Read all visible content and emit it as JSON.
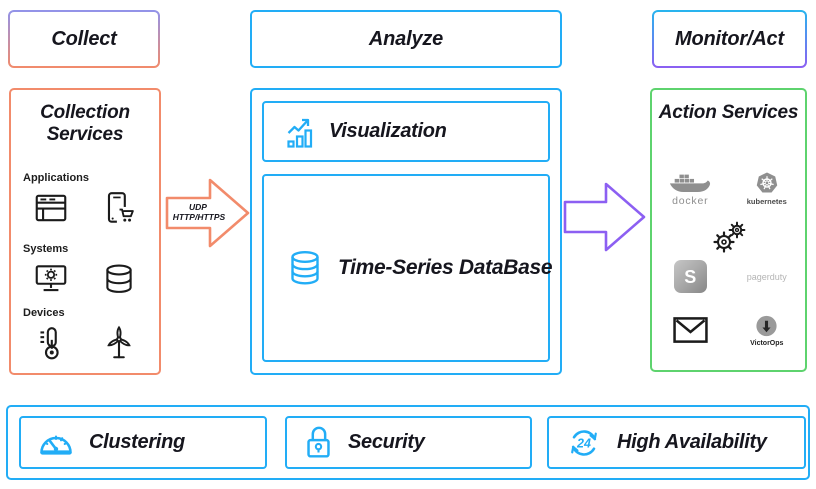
{
  "headers": {
    "collect": "Collect",
    "analyze": "Analyze",
    "monitor_act": "Monitor/Act"
  },
  "collection": {
    "title": "Collection Services",
    "sections": [
      {
        "label": "Applications",
        "icons": [
          "web-app-icon",
          "mobile-shopping-icon"
        ]
      },
      {
        "label": "Systems",
        "icons": [
          "computer-gear-icon",
          "database-icon"
        ]
      },
      {
        "label": "Devices",
        "icons": [
          "thermometer-icon",
          "wind-turbine-icon"
        ]
      }
    ]
  },
  "ingest_arrow": {
    "line1": "UDP",
    "line2": "HTTP/HTTPS"
  },
  "analyze": {
    "visualization_label": "Visualization",
    "tsdb_label": "Time-Series DataBase"
  },
  "actions": {
    "title": "Action Services",
    "docker_label": "docker",
    "kubernetes_label": "kubernetes",
    "slack_letter": "S",
    "pagerduty_label": "pagerduty",
    "victorops_label": "VictorOps",
    "icons": [
      "docker-logo",
      "kubernetes-logo",
      "gears-icon",
      "slack-logo",
      "pagerduty-logo",
      "envelope-icon",
      "victorops-logo"
    ]
  },
  "platform": {
    "clustering_label": "Clustering",
    "security_label": "Security",
    "availability_label": "High Availability",
    "availability_icon_text": "24",
    "icons": [
      "gauge-icon",
      "lock-icon",
      "cycle-24-icon"
    ]
  },
  "colors": {
    "cyan": "#22ADF6",
    "salmon": "#F28B6B",
    "purple": "#8C5FF2",
    "periwinkle": "#9193EA",
    "green": "#5ED36E",
    "ink": "#16161E",
    "logo_gray": "#8F8F8F"
  }
}
